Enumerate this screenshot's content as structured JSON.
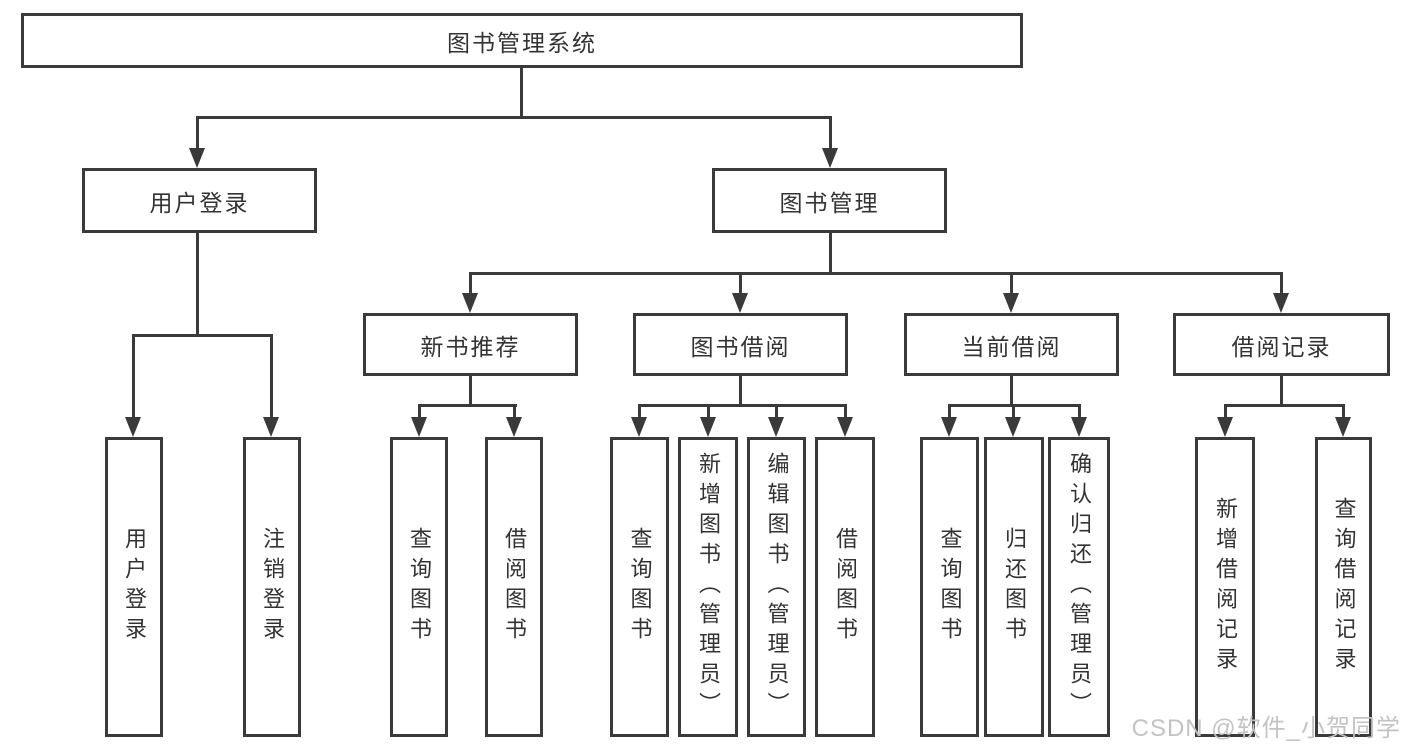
{
  "colors": {
    "background": "#ffffff",
    "line": "#3a3a3a",
    "text": "#333333",
    "watermark": "#c3c3c3"
  },
  "diagram": {
    "root": {
      "label": "图书管理系统"
    },
    "branches": [
      {
        "label": "用户登录",
        "children": [
          {
            "label": "用户登录"
          },
          {
            "label": "注销登录"
          }
        ]
      },
      {
        "label": "图书管理",
        "children": [
          {
            "label": "新书推荐",
            "children": [
              {
                "label": "查询图书"
              },
              {
                "label": "借阅图书"
              }
            ]
          },
          {
            "label": "图书借阅",
            "children": [
              {
                "label": "查询图书"
              },
              {
                "label": "新增图书（管理员）"
              },
              {
                "label": "编辑图书（管理员）"
              },
              {
                "label": "借阅图书"
              }
            ]
          },
          {
            "label": "当前借阅",
            "children": [
              {
                "label": "查询图书"
              },
              {
                "label": "归还图书"
              },
              {
                "label": "确认归还（管理员）"
              }
            ]
          },
          {
            "label": "借阅记录",
            "children": [
              {
                "label": "新增借阅记录"
              },
              {
                "label": "查询借阅记录"
              }
            ]
          }
        ]
      }
    ]
  },
  "watermark": {
    "text": "CSDN @软件_小贺同学"
  }
}
